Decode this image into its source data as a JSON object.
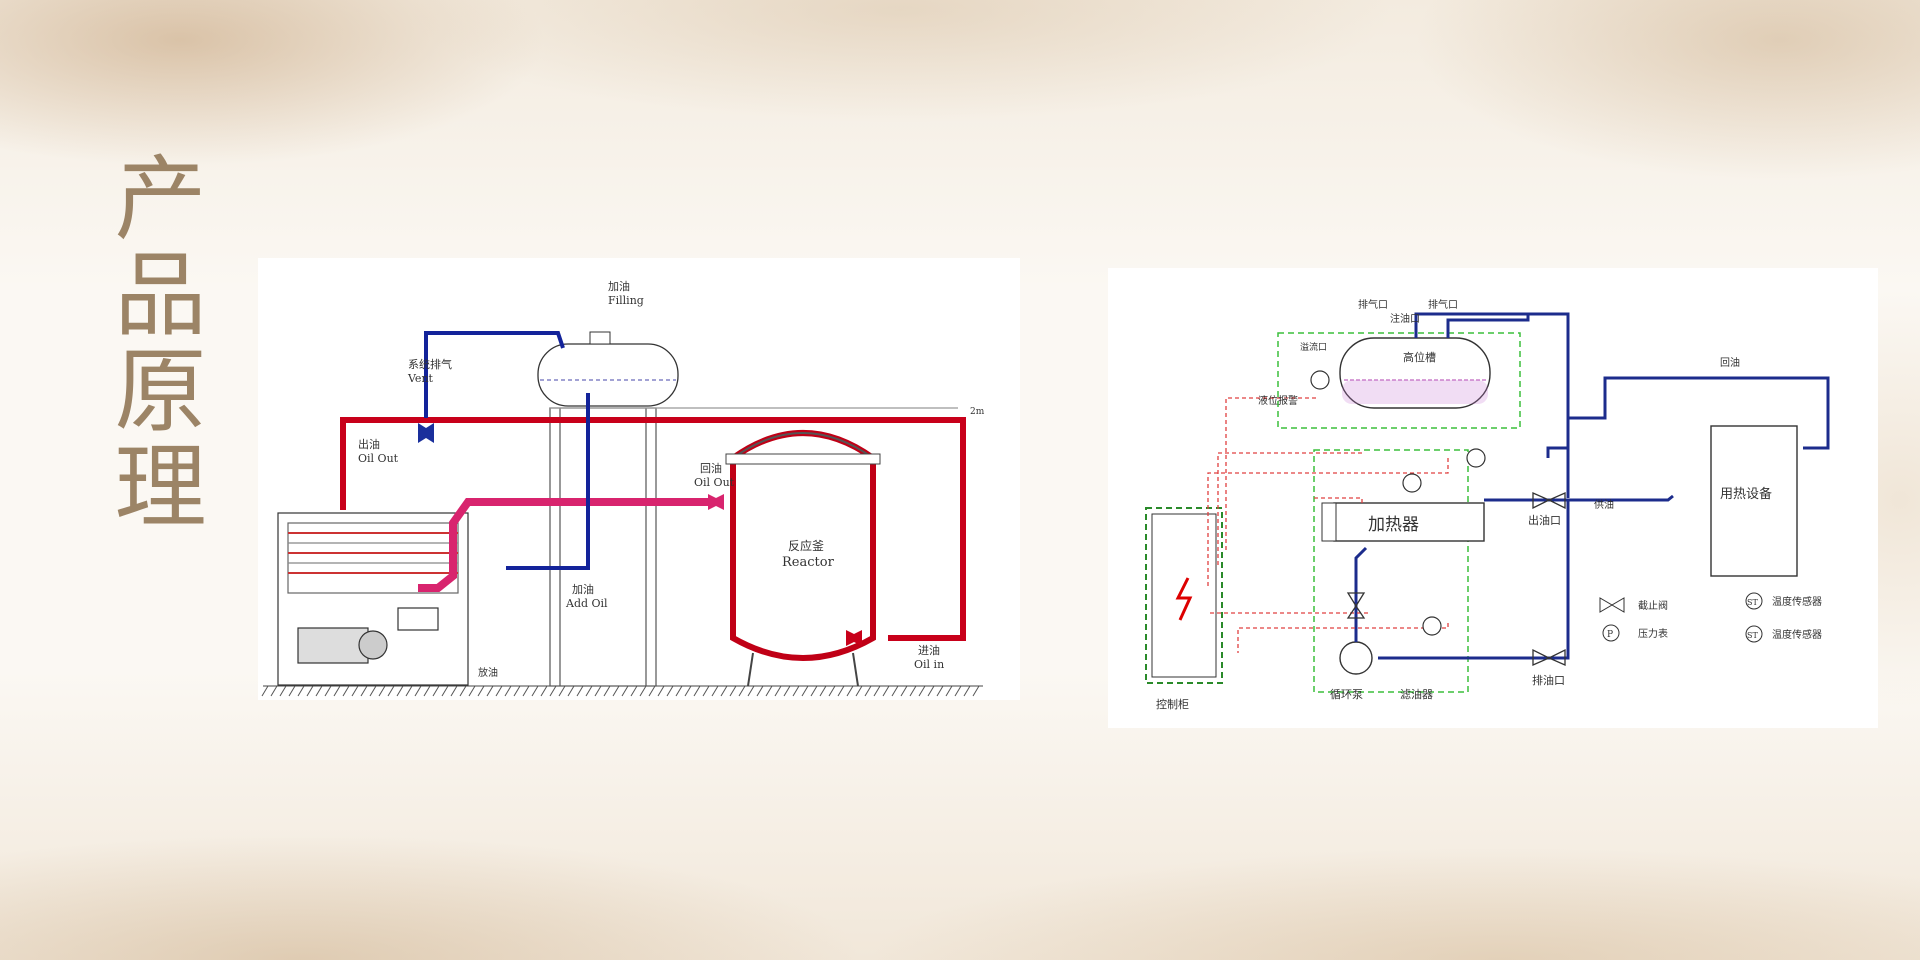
{
  "page": {
    "title": "产品原理"
  },
  "left_diagram": {
    "filling": "加油",
    "filling_en": "Filling",
    "vent": "系统排气",
    "vent_en": "Vent",
    "oil_out_top": "出油",
    "oil_out_top_en": "Oil Out",
    "return_oil": "回油",
    "return_oil_en": "Oil Out",
    "reactor": "反应釜",
    "reactor_en": "Reactor",
    "add_oil": "加油",
    "add_oil_en": "Add Oil",
    "oil_in": "进油",
    "oil_in_en": "Oil in",
    "drain": "放油",
    "height_mark": "2m"
  },
  "right_diagram": {
    "exhaust_1": "排气口",
    "exhaust_2": "排气口",
    "fill_port": "注油口",
    "overflow_port": "溢流口",
    "expansion_tank": "高位槽",
    "level_gauge": "液位报警",
    "heater": "加热器",
    "control_cabinet": "控制柜",
    "circulation_pump": "循环泵",
    "oil_filter": "滤油器",
    "drain_port": "排油口",
    "outlet_port": "出油口",
    "supply": "供油",
    "return": "回油",
    "heat_equipment": "用热设备",
    "legend_valve": "截止阀",
    "legend_pressure": "压力表",
    "legend_temp_sensor_1": "温度传感器",
    "legend_temp_sensor_2": "温度传感器",
    "symbol_st": "ST",
    "symbol_p": "P"
  }
}
